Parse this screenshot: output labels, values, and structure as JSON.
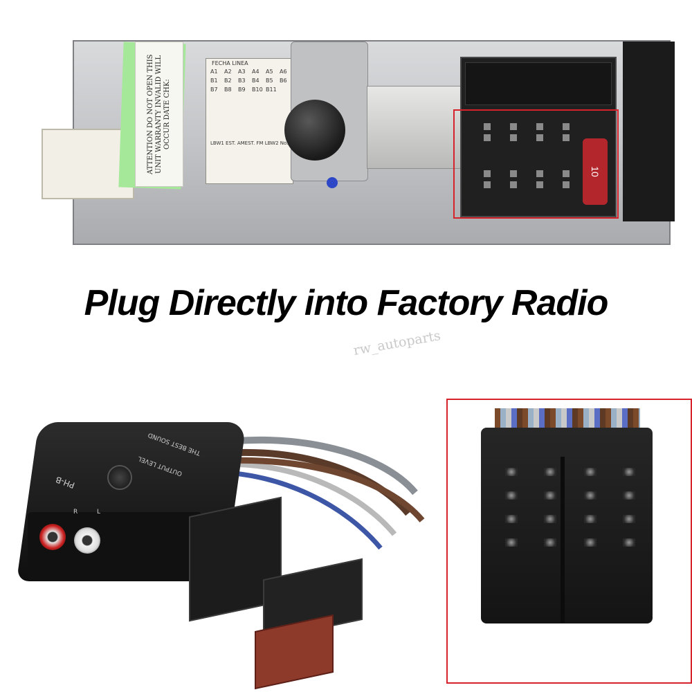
{
  "heading": "Plug Directly into Factory Radio",
  "watermark": "rw_autoparts",
  "radio": {
    "attention_label": "ATTENTION DO NOT OPEN THIS UNIT WARRANTY INVALID WILL OCCUR DATE CHK:",
    "id_card_header": "FECHA  LINEA",
    "id_card_cells": [
      "A1",
      "A2",
      "A3",
      "A4",
      "A5",
      "A6",
      "B1",
      "B2",
      "B3",
      "B4",
      "B5",
      "B6",
      "B7",
      "B8",
      "B9",
      "B10",
      "B11",
      ""
    ],
    "id_card_footer": "LBW1 EST. AMEST. FM LBW2 No.",
    "fuse_label": "10"
  },
  "adapter": {
    "brand_text": "THE BEST SOUND",
    "model_text": "PH-B",
    "level_text": "OUTPUT LEVEL",
    "channel_left": "L",
    "channel_right": "R"
  },
  "colors": {
    "highlight": "#d6222b",
    "fuse": "#b3262c",
    "iso_brown": "#8e3a2b"
  }
}
